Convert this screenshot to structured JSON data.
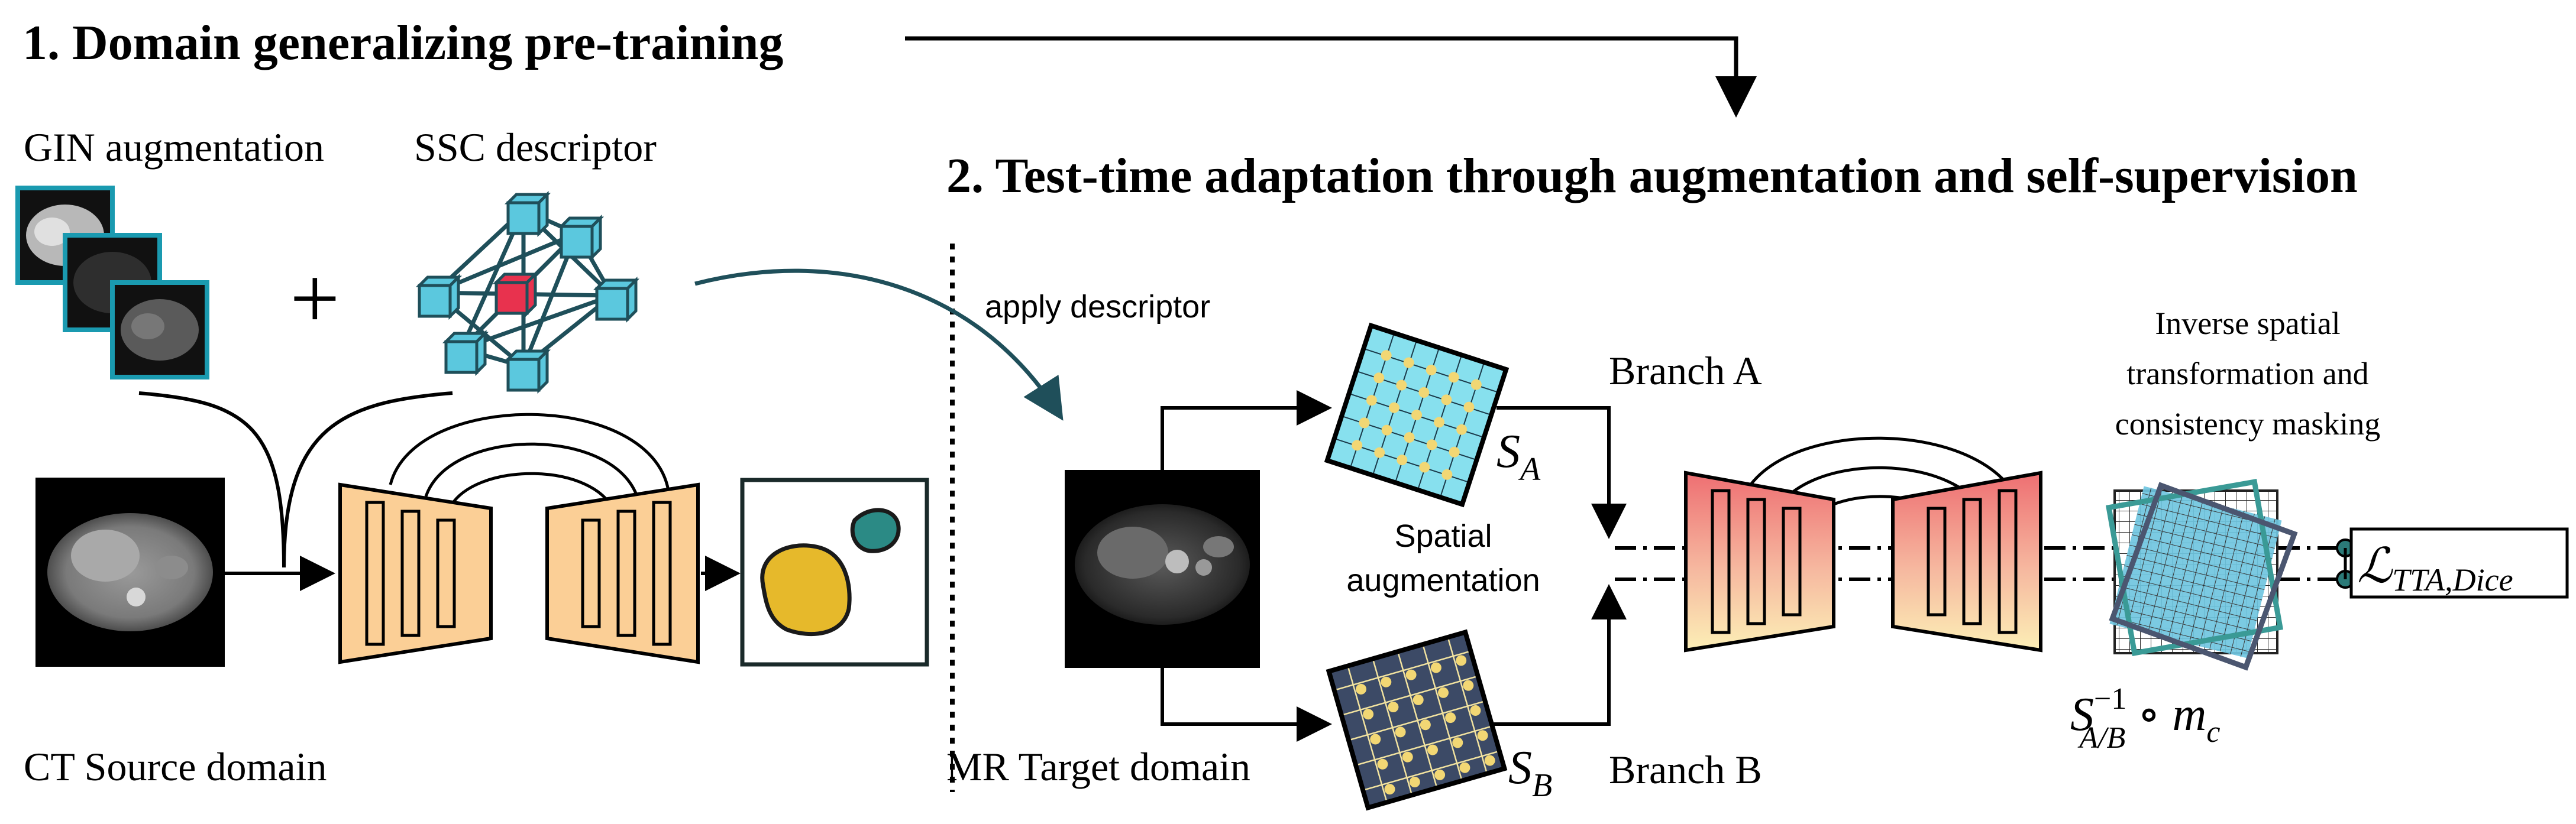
{
  "section1": {
    "title": "1. Domain generalizing pre-training"
  },
  "section2": {
    "title": "2. Test-time adaptation through augmentation and self-supervision"
  },
  "labels": {
    "gin_augmentation": "GIN augmentation",
    "ssc_descriptor": "SSC descriptor",
    "ct_source_domain": "CT Source domain",
    "apply_descriptor": "apply descriptor",
    "mr_target_domain": "MR Target domain",
    "spatial_aug_line1": "Spatial",
    "spatial_aug_line2": "augmentation",
    "branch_a": "Branch A",
    "branch_b": "Branch B",
    "inverse_line1": "Inverse spatial",
    "inverse_line2": "transformation and",
    "inverse_line3": "consistency masking",
    "plus_sign": "+"
  },
  "math": {
    "s_a": {
      "base": "S",
      "sub": "A"
    },
    "s_b": {
      "base": "S",
      "sub": "B"
    },
    "inverse": {
      "base": "S",
      "sup": "−1",
      "sub": "A/B",
      "op": "∘",
      "m": "m",
      "m_sub": "c"
    },
    "loss": {
      "base": "ℒ",
      "sub": "TTA,Dice"
    }
  },
  "colors": {
    "ssc_cube": "#5bc8de",
    "ssc_center": "#e8324e",
    "ssc_edge": "#1f4f5a",
    "unet_orange": "#fbcf96",
    "unet_grad_top": "#f07c7c",
    "unet_grad_bottom": "#fcedb1",
    "seg_yellow": "#e6b92b",
    "seg_teal": "#2b8a85",
    "grid_cyan": "#87e0ee",
    "grid_navy": "#3c4a66",
    "grid_dot": "#f2d774",
    "inverse_teal": "#3a9a96",
    "inverse_navy": "#4b5670"
  }
}
